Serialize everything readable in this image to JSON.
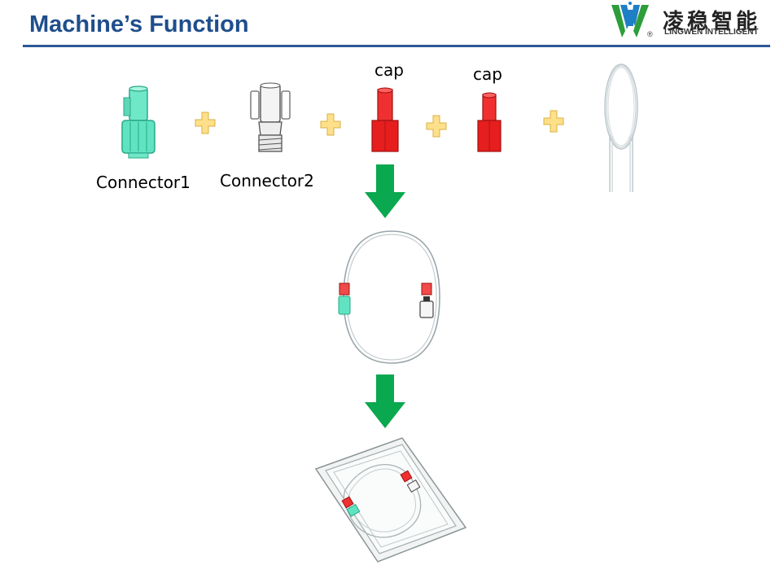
{
  "header": {
    "title": "Machine’s Function",
    "logo_cn": "凌稳智能",
    "logo_en": "LINGWEN INTELLIGENT",
    "logo_reg": "®"
  },
  "components": {
    "connector1_label": "Connector1",
    "connector2_label": "Connector2",
    "cap1_label": "cap",
    "cap2_label": "cap"
  },
  "colors": {
    "title": "#1f4e8c",
    "rule": "#2b5797",
    "arrow": "#0aa84f",
    "plus": "#ffd966",
    "cap": "#e61e1e",
    "connector1": "#5fe3c0"
  }
}
